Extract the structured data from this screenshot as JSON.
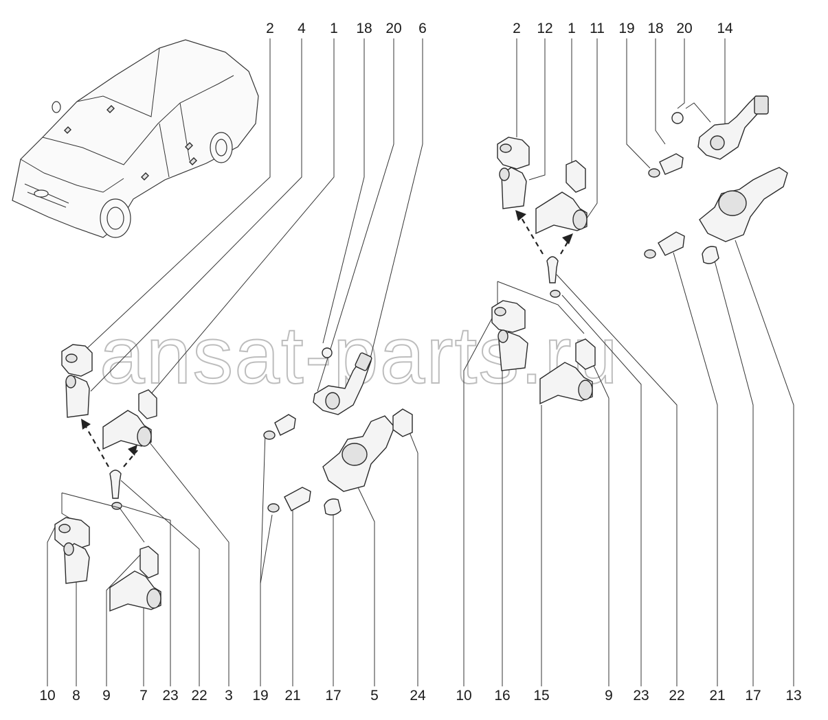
{
  "watermark": "ansat-parts.ru",
  "top_labels": [
    "2",
    "4",
    "1",
    "18",
    "20",
    "6",
    "2",
    "12",
    "1",
    "11",
    "19",
    "18",
    "20",
    "14"
  ],
  "bottom_labels": [
    "10",
    "8",
    "9",
    "7",
    "23",
    "22",
    "3",
    "19",
    "21",
    "17",
    "5",
    "24",
    "10",
    "16",
    "15",
    "9",
    "23",
    "22",
    "21",
    "17",
    "13"
  ],
  "icons": {
    "car": "car-outline-icon",
    "arrow": "dashed-arrow-icon"
  },
  "colors": {
    "line": "#2a2a2a",
    "watermark": "#bdbdbd",
    "background": "#ffffff"
  }
}
